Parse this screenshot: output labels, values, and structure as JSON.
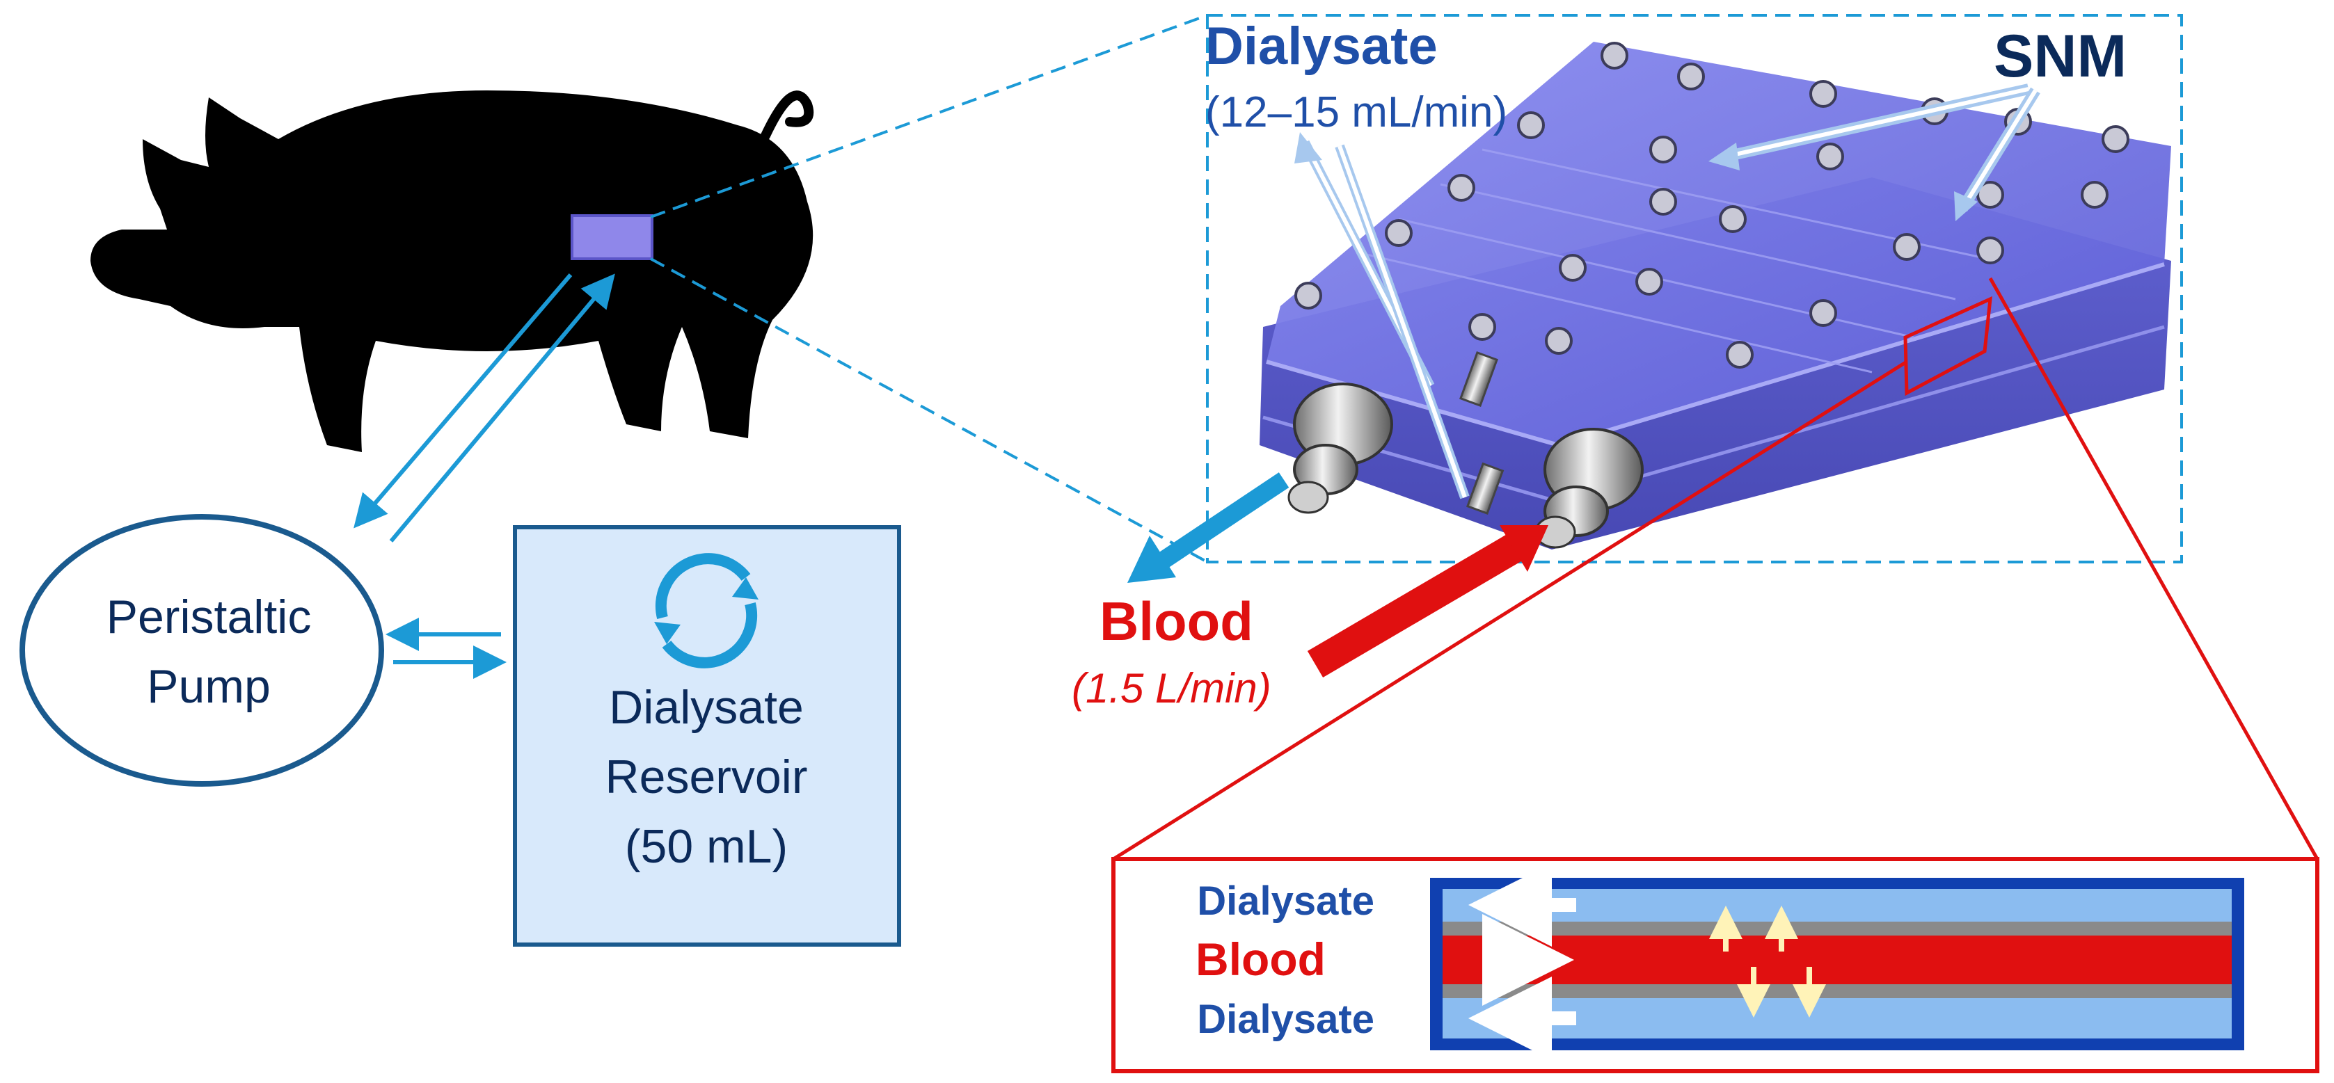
{
  "pump": {
    "line1": "Peristaltic",
    "line2": "Pump"
  },
  "reservoir": {
    "line1": "Dialysate",
    "line2": "Reservoir",
    "line3": "(50 mL)"
  },
  "device": {
    "dialysate_label": "Dialysate",
    "dialysate_flow": "(12–15 mL/min)",
    "snm_label": "SNM",
    "blood_label": "Blood",
    "blood_flow": "(1.5 L/min)"
  },
  "inset": {
    "top_label": "Dialysate",
    "middle_label": "Blood",
    "bottom_label": "Dialysate"
  },
  "colors": {
    "navy_text": "#0b2a5a",
    "blue_text": "#1f4fa8",
    "red": "#e01010",
    "line_blue": "#1c9ad6",
    "device_purple": "#6e6fe0",
    "reservoir_fill": "#d8e9fb",
    "inset_channel": "#8bbcf0"
  }
}
